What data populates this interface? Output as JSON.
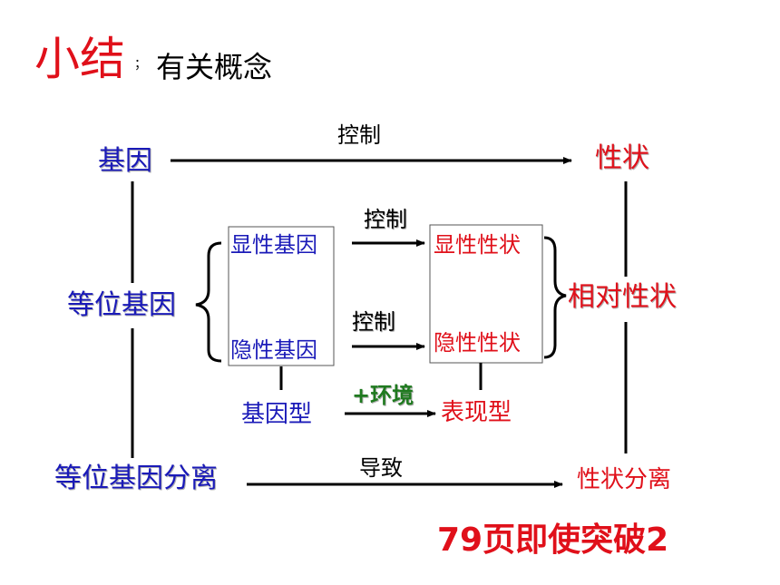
{
  "title": {
    "main": "小结",
    "sep": "；",
    "sub": "有关概念"
  },
  "nodes": {
    "gene": "基因",
    "trait": "性状",
    "allele": "等位基因",
    "dominant_gene": "显性基因",
    "recessive_gene": "隐性基因",
    "dominant_trait": "显性性状",
    "recessive_trait": "隐性性状",
    "relative_trait": "相对性状",
    "genotype": "基因型",
    "phenotype": "表现型",
    "allele_separation": "等位基因分离",
    "trait_separation": "性状分离"
  },
  "edges": {
    "control_top": "控制",
    "control_dominant": "控制",
    "control_recessive": "控制",
    "environment": "+环境",
    "leads_to": "导致"
  },
  "footer": {
    "reference": "79页即使突破2"
  },
  "colors": {
    "blue": "#1a1ab8",
    "red": "#e0101a",
    "green": "#1f7a1f",
    "black": "#000000"
  }
}
